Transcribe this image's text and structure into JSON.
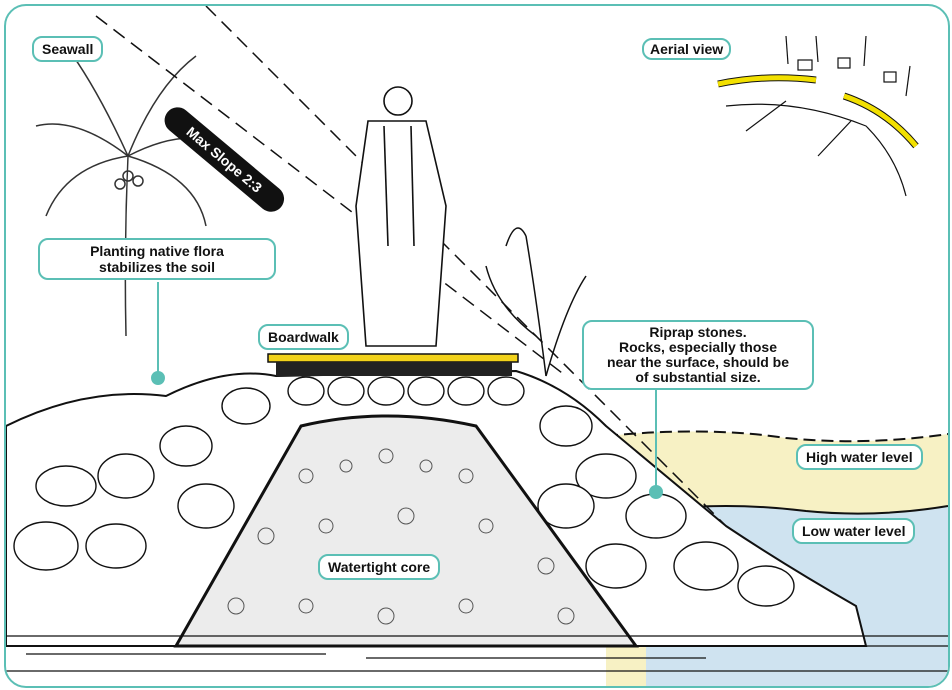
{
  "labels": {
    "seawall": "Seawall",
    "aerial_view": "Aerial view",
    "max_slope": "Max Slope 2:3",
    "planting_line1": "Planting native flora",
    "planting_line2": "stabilizes the soil",
    "boardwalk": "Boardwalk",
    "riprap_line1": "Riprap stones.",
    "riprap_line2": "Rocks, especially those",
    "riprap_line3": "near the surface, should be",
    "riprap_line4": "of substantial size.",
    "high_water": "High water level",
    "low_water": "Low water level",
    "core": "Watertight core"
  },
  "colors": {
    "accent": "#5bbfb5",
    "high_water_fill": "#f7f1c4",
    "low_water_fill": "#cfe3f0",
    "boardwalk": "#f2d21b",
    "aerial_wall": "#f2e000",
    "ink": "#111111"
  },
  "icons": [
    "palm-tree-icon",
    "person-icon",
    "house-icon",
    "arrow-icon"
  ]
}
